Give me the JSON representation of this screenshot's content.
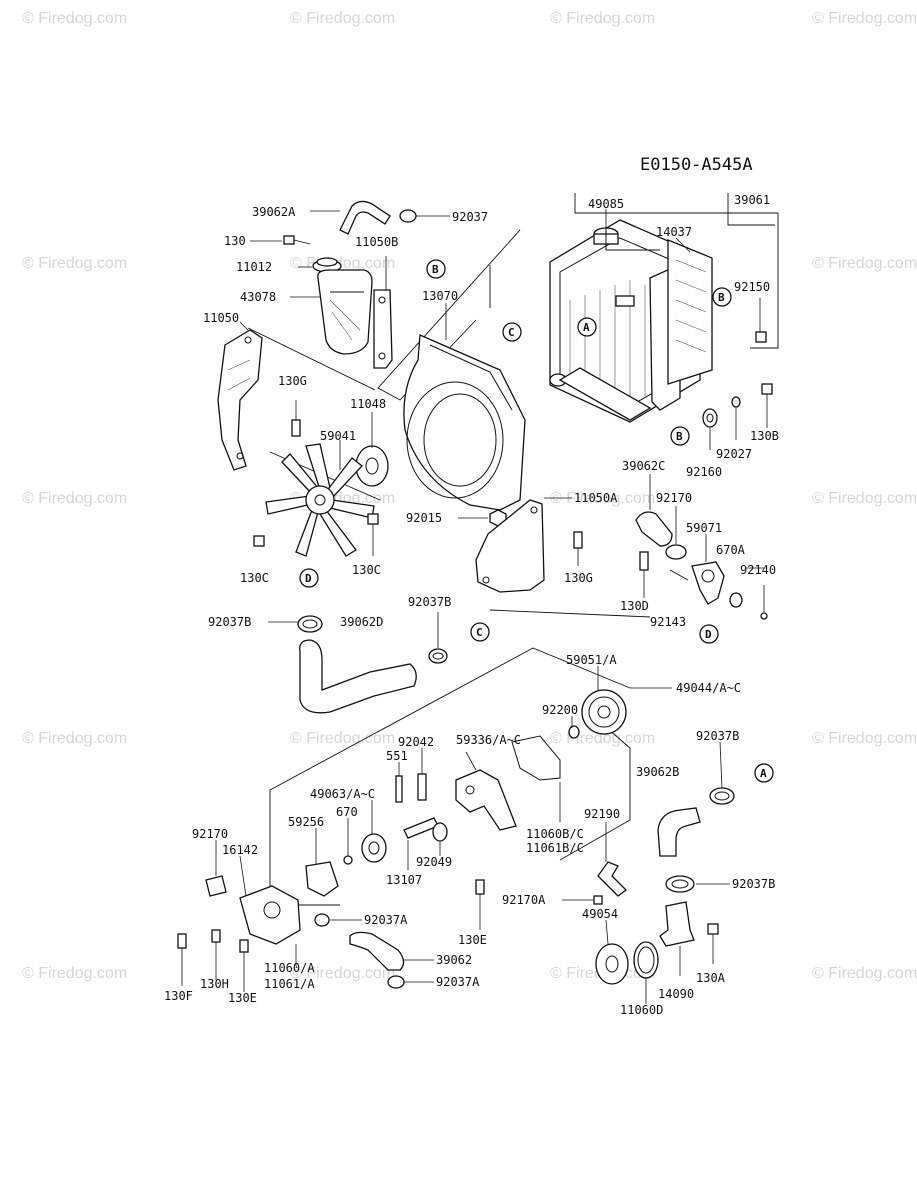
{
  "diagram_code": "E0150-A545A",
  "watermark_text": "© Firedog.com",
  "labels": {
    "l39062A": "39062A",
    "l92037_top": "92037",
    "l130_top": "130",
    "l11050B": "11050B",
    "l11012": "11012",
    "l43078": "43078",
    "l13070": "13070",
    "l11050": "11050",
    "l130G_a": "130G",
    "l11048": "11048",
    "l59041": "59041",
    "l92015": "92015",
    "l11050A": "11050A",
    "l130C_a": "130C",
    "l130C_b": "130C",
    "l130G_b": "130G",
    "l49085": "49085",
    "l14037": "14037",
    "l39061": "39061",
    "l92150": "92150",
    "l130B": "130B",
    "l92027": "92027",
    "l92160": "92160",
    "l39062C": "39062C",
    "l92170_r": "92170",
    "l59071": "59071",
    "l670A": "670A",
    "l92140": "92140",
    "l130D": "130D",
    "l92143": "92143",
    "l92037B_a": "92037B",
    "l39062D": "39062D",
    "l92037B_b": "92037B",
    "l59051A": "59051/A",
    "l49044": "49044/A~C",
    "l92200": "92200",
    "l59336": "59336/A~C",
    "l92042": "92042",
    "l551": "551",
    "l49063": "49063/A~C",
    "l670": "670",
    "l59256": "59256",
    "l11060BC": "11060B/C",
    "l11061BC": "11061B/C",
    "l92049": "92049",
    "l13107": "13107",
    "l92170_l": "92170",
    "l16142": "16142",
    "l92190": "92190",
    "l92037B_c": "92037B",
    "l39062B": "39062B",
    "l92037B_d": "92037B",
    "l92170A": "92170A",
    "l49054": "49054",
    "l130E_a": "130E",
    "l92037A_a": "92037A",
    "l39062": "39062",
    "l92037A_b": "92037A",
    "l11060A": "11060/A",
    "l11061A": "11061/A",
    "l130F": "130F",
    "l130H": "130H",
    "l130E_b": "130E",
    "l130A": "130A",
    "l14090": "14090",
    "l11060D": "11060D"
  },
  "callouts": {
    "B1": "B",
    "A1": "A",
    "C1": "C",
    "B2": "B",
    "B3": "B",
    "D1": "D",
    "D2": "D",
    "C2": "C",
    "A2": "A"
  }
}
